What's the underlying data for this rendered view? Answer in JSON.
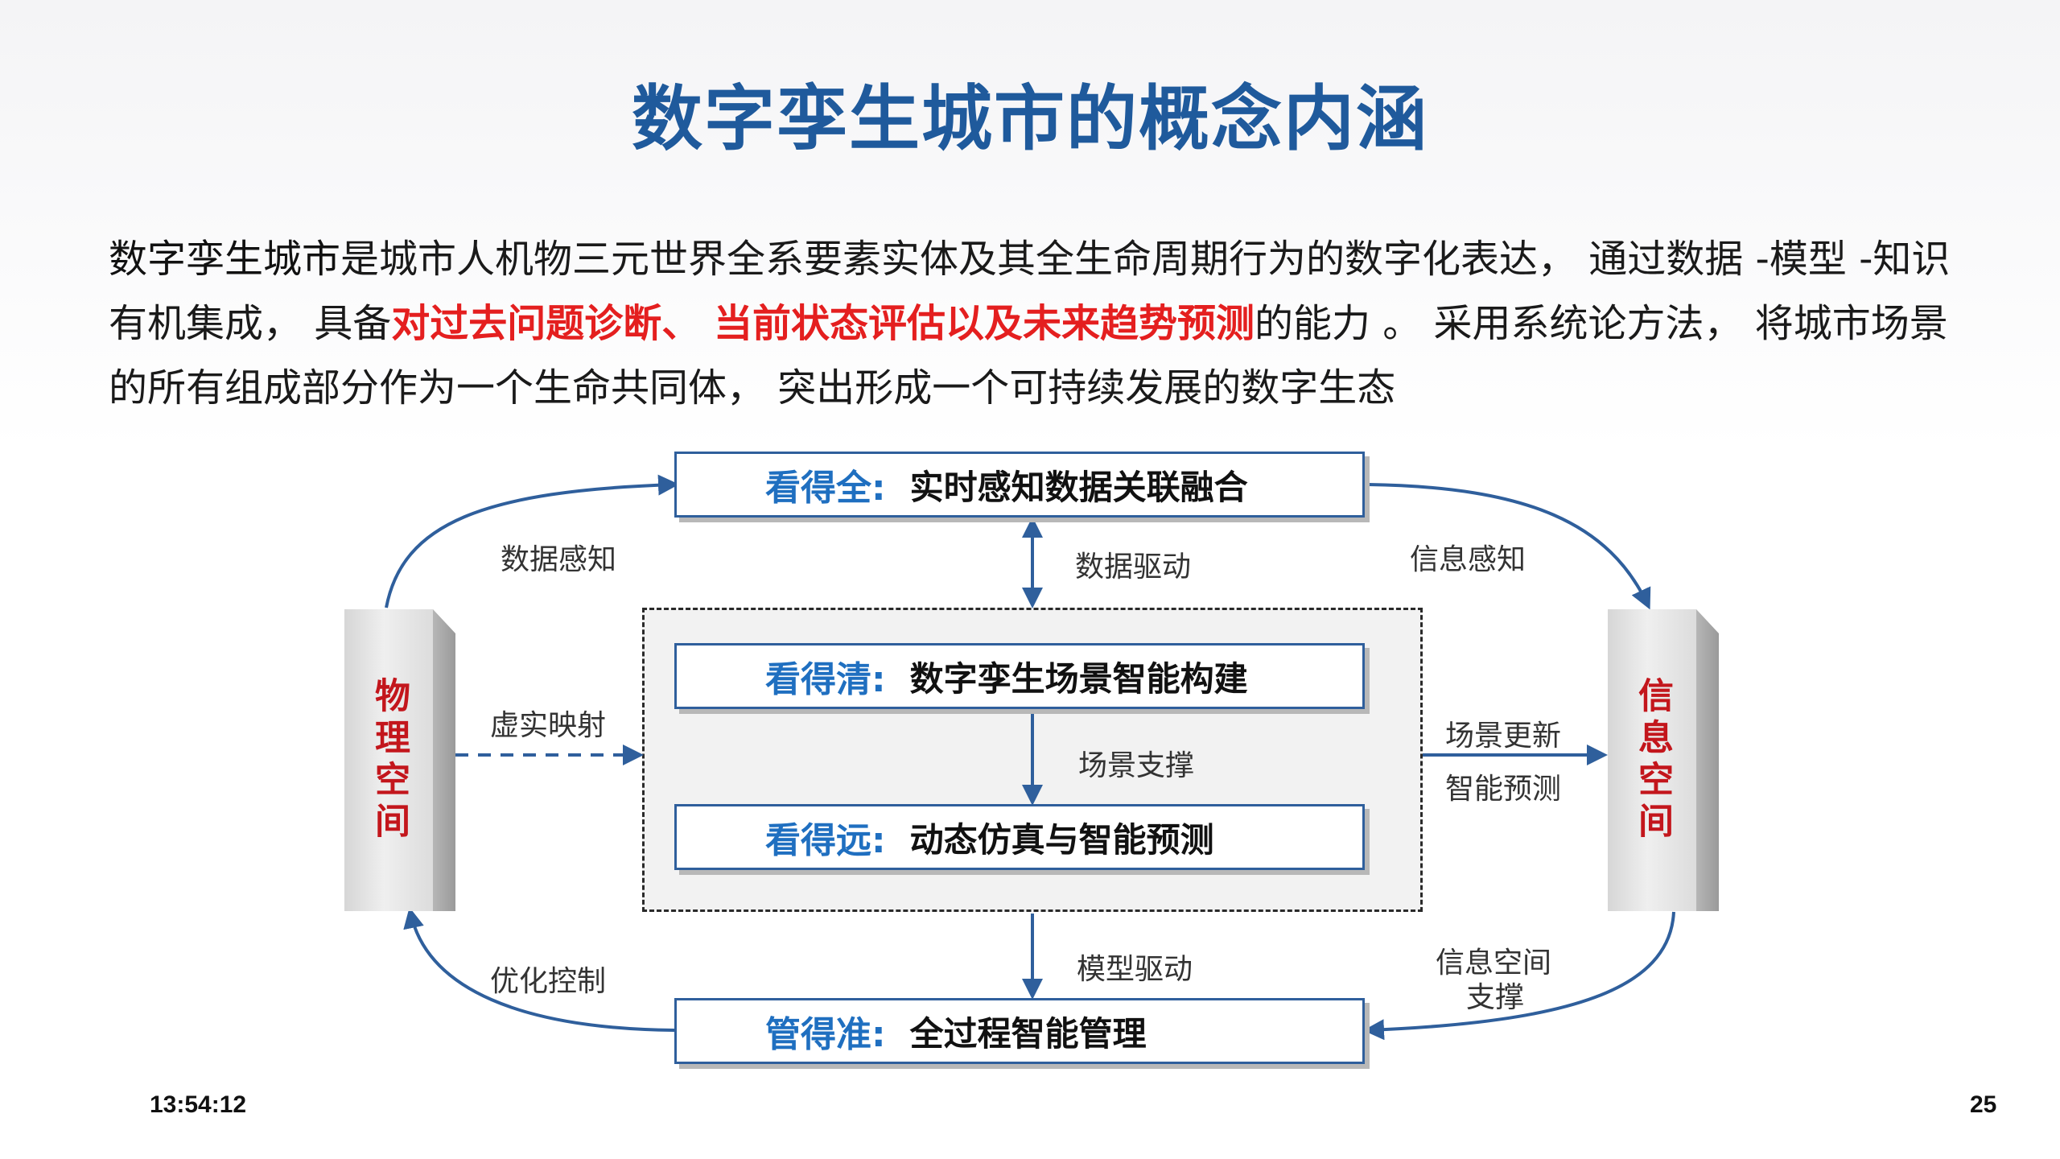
{
  "title": "数字孪生城市的概念内涵",
  "paragraph": {
    "lead": "数字孪生城市",
    "part1": "是城市人机物三元世界全系要素实体及其全生命周期行为的数字化表达，  通过数据 -模型 -知识有机集成，  具备",
    "highlight1": "对过去问题诊断、",
    "highlight2": "  当前状态评估以及未来趋势预测",
    "part2": "的能力 。 采用系统论方法，  将城市场景的所有组成部分作为一个生命共同体，  突出形成一个可持续发展的数字生态"
  },
  "boxes": {
    "top": {
      "key": "看得全:",
      "value": "实时感知数据关联融合"
    },
    "clear": {
      "key": "看得清:",
      "value": "数字孪生场景智能构建"
    },
    "far": {
      "key": "看得远:",
      "value": "动态仿真与智能预测"
    },
    "bottom": {
      "key": "管得准:",
      "value": "全过程智能管理"
    }
  },
  "pillars": {
    "left": "物理空间",
    "right": "信息空间"
  },
  "labels": {
    "data_sense": "数据感知",
    "info_sense": "信息感知",
    "data_drive": "数据驱动",
    "virtual_map": "虚实映射",
    "scene_support": "场景支撑",
    "scene_update": "场景更新",
    "smart_predict": "智能预测",
    "model_drive": "模型驱动",
    "optimize": "优化控制",
    "info_space_line1": "信息空间",
    "info_space_line2": "支撑"
  },
  "footer": {
    "time": "13:54:12",
    "page": "25"
  },
  "colors": {
    "title": "#1f5a9c",
    "accent_blue": "#1f6fc0",
    "highlight_red": "#e41f1f",
    "pillar_text": "#c3161c",
    "arrow": "#2f5f9c"
  }
}
